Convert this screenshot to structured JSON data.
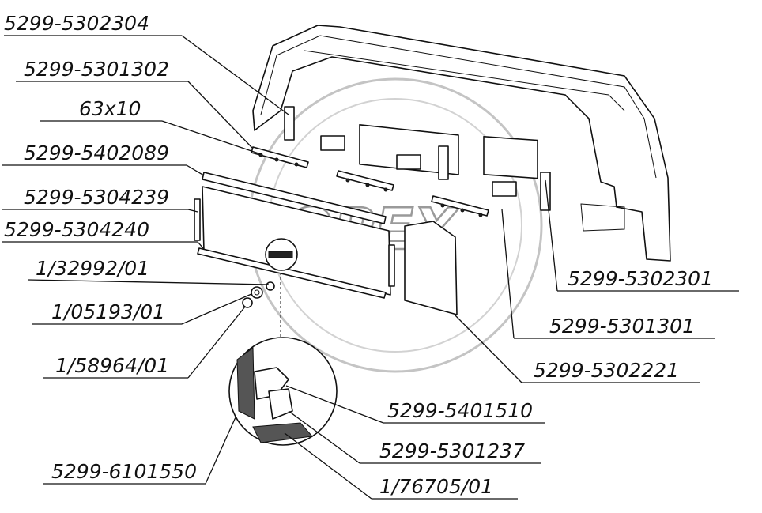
{
  "watermark": {
    "text": "OPEX"
  },
  "labels": [
    {
      "id": "p01",
      "text": "5299-5302304"
    },
    {
      "id": "p02",
      "text": "5299-5301302"
    },
    {
      "id": "p03",
      "text": "63x10"
    },
    {
      "id": "p04",
      "text": "5299-5402089"
    },
    {
      "id": "p05",
      "text": "5299-5304239"
    },
    {
      "id": "p06",
      "text": "5299-5304240"
    },
    {
      "id": "p07",
      "text": "1/32992/01"
    },
    {
      "id": "p08",
      "text": "1/05193/01"
    },
    {
      "id": "p09",
      "text": "1/58964/01"
    },
    {
      "id": "p10",
      "text": "5299-6101550"
    },
    {
      "id": "p11",
      "text": "5299-5302301"
    },
    {
      "id": "p12",
      "text": "5299-5301301"
    },
    {
      "id": "p13",
      "text": "5299-5302221"
    },
    {
      "id": "p14",
      "text": "5299-5401510"
    },
    {
      "id": "p15",
      "text": "5299-5301237"
    },
    {
      "id": "p16",
      "text": "1/76705/01"
    }
  ]
}
